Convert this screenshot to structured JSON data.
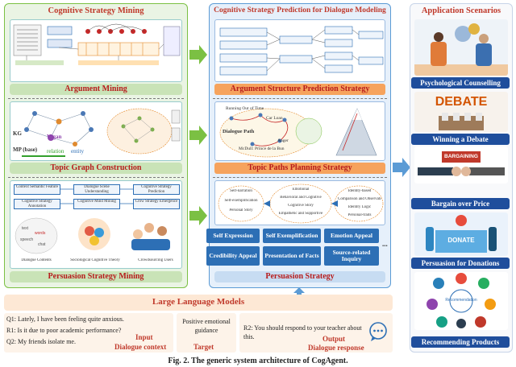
{
  "panels": {
    "mining": {
      "title": "Cognitive Strategy Mining",
      "argument_band": "Argument Mining",
      "topic_band": "Topic Graph Construction",
      "persuasion_band": "Persuasion Strategy Mining",
      "kg_label": "KG",
      "mp_label": "MP (base)",
      "relation_label": "relation",
      "entity_label": "entity",
      "vegan_label": "Vegan",
      "flow_row1": [
        "Context Semantic Feature",
        "Dialogue Scene Understanding",
        "Cognitive Strategy Prediction"
      ],
      "flow_row2": [
        "Cognitive Strategy Annotation",
        "Cognitive Mind Mining",
        "Crow Strategy Emergence"
      ],
      "bottom_labels": [
        "Dialogue Contents",
        "Sociological Cognitive Theory",
        "Crowdsourcing Users"
      ]
    },
    "prediction": {
      "title": "Cognitive Strategy Prediction for Dialogue Modeling",
      "argument_band": "Argument Structure Prediction Strategy",
      "topic_band": "Topic Paths Planning Strategy",
      "persuasion_band": "Persuasion  Strategy",
      "dialogue_path_label": "Dialogue Path",
      "path_nodes": [
        "Running Out of Time",
        "Car Loan",
        "Anger",
        "McDull: Prince de la Bun"
      ],
      "mind_nodes": [
        "Self-narration",
        "Self-exemplification",
        "Personal Story",
        "Emotional",
        "Behavioral and Cognitive",
        "Cognitive Story",
        "Empathetic and Supportive",
        "Identity-based",
        "Comparison and Observation",
        "Identity Logic",
        "Personal-traits"
      ],
      "strategies": [
        "Self Expression",
        "Self Exemplification",
        "Emotion Appeal",
        "Credibility Appeal",
        "Presentation of Facts",
        "Source-related Inquiry"
      ],
      "ellipsis": "..."
    },
    "applications": {
      "title": "Application Scenarios",
      "items": [
        "Psychological Counselling",
        "Winning a Debate",
        "Bargain over Price",
        "Persuasion  for Donations",
        "Recommending Products"
      ],
      "debate_word": "DEBATE",
      "bargain_word": "BARGAINING",
      "donate_word": "DONATE",
      "recommend_word": "Recommendation"
    }
  },
  "llm": {
    "title": "Large Language Models",
    "input_lines": [
      "Q1: Lately, I have been feeling quite anxious.",
      "R1: Is it due to poor academic performance?",
      "Q2: My friends isolate me."
    ],
    "input_label": "Input",
    "input_sublabel": "Dialogue context",
    "target_text": "Positive emotional guidance",
    "target_label": "Target",
    "output_text": "R2: You should respond to your teacher about this.",
    "output_label": "Output",
    "output_sublabel": "Dialogue response"
  },
  "caption": "Fig. 2.   The generic system architecture of CogAgent.",
  "colors": {
    "green_panel": "#eaf4e4",
    "blue_panel": "#e6f0fb",
    "band_green": "#c9e3b7",
    "band_orange": "#f6a35d",
    "band_blue": "#c7dcf2",
    "strategy_blue": "#2d6fb5",
    "app_label": "#1f4e9c",
    "title_red": "#c0392b",
    "arrow_green": "#7bc043",
    "arrow_blue": "#5b9bd5"
  }
}
